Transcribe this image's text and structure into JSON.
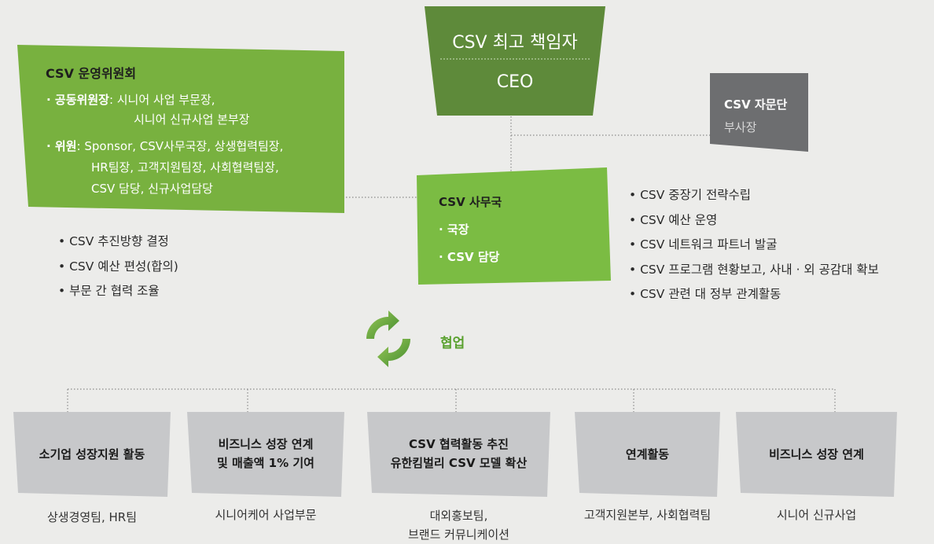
{
  "ceo": {
    "title": "CSV 최고 책임자",
    "name": "CEO"
  },
  "committee": {
    "title": "CSV 운영위원회",
    "co_chair_label": "공동위원장",
    "co_chair_line1": ": 시니어 사업 부문장,",
    "co_chair_line2": "시니어 신규사업 본부장",
    "member_label": "위원",
    "member_line1": ": Sponsor, CSV사무국장, 상생협력팀장,",
    "member_line2": "HR팀장, 고객지원팀장, 사회협력팀장,",
    "member_line3": "CSV 담당, 신규사업담당"
  },
  "committee_roles": [
    "CSV 추진방향 결정",
    "CSV 예산 편성(합의)",
    "부문 간 협력 조율"
  ],
  "advisory": {
    "title": "CSV 자문단",
    "sub": "부사장"
  },
  "secretariat": {
    "title": "CSV 사무국",
    "items": [
      "국장",
      "CSV 담당"
    ]
  },
  "secretariat_roles": [
    "CSV 중장기 전략수립",
    "CSV 예산 운영",
    "CSV 네트워크 파트너 발굴",
    "CSV 프로그램 현황보고, 사내 · 외 공감대 확보",
    "CSV 관련 대 정부 관계활동"
  ],
  "cooperation": {
    "label": "협업",
    "icon": "recycle-arrows-icon"
  },
  "bottom_units": [
    {
      "line1": "소기업 성장지원 활동",
      "line2": "",
      "sub1": "상생경영팀, HR팀",
      "sub2": ""
    },
    {
      "line1": "비즈니스 성장 연계",
      "line2": "및 매출액 1% 기여",
      "sub1": "시니어케어 사업부문",
      "sub2": ""
    },
    {
      "line1": "CSV 협력활동 추진",
      "line2": "유한킴벌리 CSV 모델 확산",
      "sub1": "대외홍보팀,",
      "sub2": "브랜드 커뮤니케이션"
    },
    {
      "line1": "연계활동",
      "line2": "",
      "sub1": "고객지원본부, 사회협력팀",
      "sub2": ""
    },
    {
      "line1": "비즈니스 성장 연계",
      "line2": "",
      "sub1": "시니어 신규사업",
      "sub2": ""
    }
  ],
  "colors": {
    "dark_green": "#5e8a3a",
    "green": "#78b13f",
    "light_green": "#7bbc43",
    "gray": "#6d6e70",
    "light_gray": "#c7c8ca",
    "background": "#ececea"
  }
}
